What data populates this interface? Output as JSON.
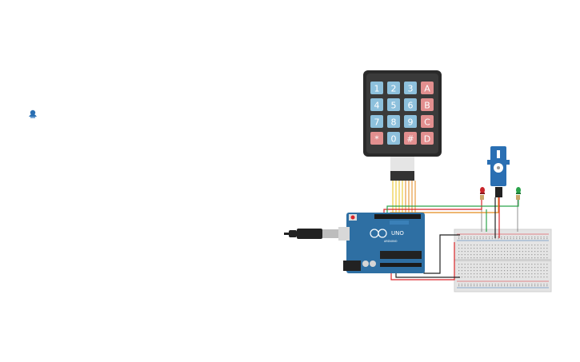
{
  "canvas": {
    "background": "#ffffff"
  },
  "keypad": {
    "keys": [
      [
        "1",
        "2",
        "3",
        "A"
      ],
      [
        "4",
        "5",
        "6",
        "B"
      ],
      [
        "7",
        "8",
        "9",
        "C"
      ],
      [
        "*",
        "0",
        "#",
        "D"
      ]
    ],
    "colors": {
      "digit": "#8dc0dc",
      "letter": "#e28f8f",
      "frame": "#2a2a2a"
    }
  },
  "arduino": {
    "logo": "UNO",
    "brand": "ARDUINO",
    "colors": {
      "board": "#2e6fa3",
      "chip": "#222222"
    }
  },
  "wires": {
    "colors": {
      "red": "#d9252a",
      "green": "#2aa34a",
      "black": "#222222",
      "yellow": "#e8c21a",
      "orange": "#e38a1c"
    }
  },
  "icons": {
    "component": "person-pin-icon",
    "usb": "usb-plug-icon",
    "led_red": "led-icon",
    "led_green": "led-icon",
    "servo": "servo-icon"
  }
}
